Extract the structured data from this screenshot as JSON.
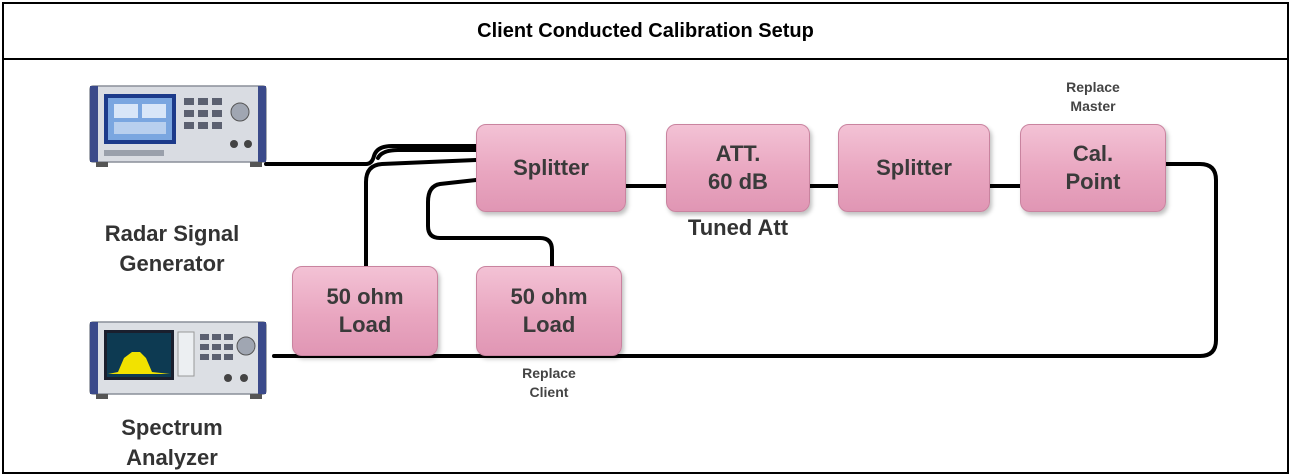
{
  "title": "Client Conducted Calibration Setup",
  "devices": {
    "generator_label_1": "Radar Signal",
    "generator_label_2": "Generator",
    "analyzer_label_1": "Spectrum",
    "analyzer_label_2": "Analyzer"
  },
  "blocks": {
    "splitter1": "Splitter",
    "att_line1": "ATT.",
    "att_line2": "60 dB",
    "splitter2": "Splitter",
    "cal_line1": "Cal.",
    "cal_line2": "Point",
    "load1_line1": "50 ohm",
    "load1_line2": "Load",
    "load2_line1": "50 ohm",
    "load2_line2": "Load"
  },
  "annotations": {
    "tuned_att": "Tuned Att",
    "replace_master_1": "Replace",
    "replace_master_2": "Master",
    "replace_client_1": "Replace",
    "replace_client_2": "Client"
  },
  "colors": {
    "block_fill": "#e9a6c0",
    "wire": "#000000",
    "instrument_body": "#d8dbe0",
    "spectrum_trace": "#f2e200"
  }
}
